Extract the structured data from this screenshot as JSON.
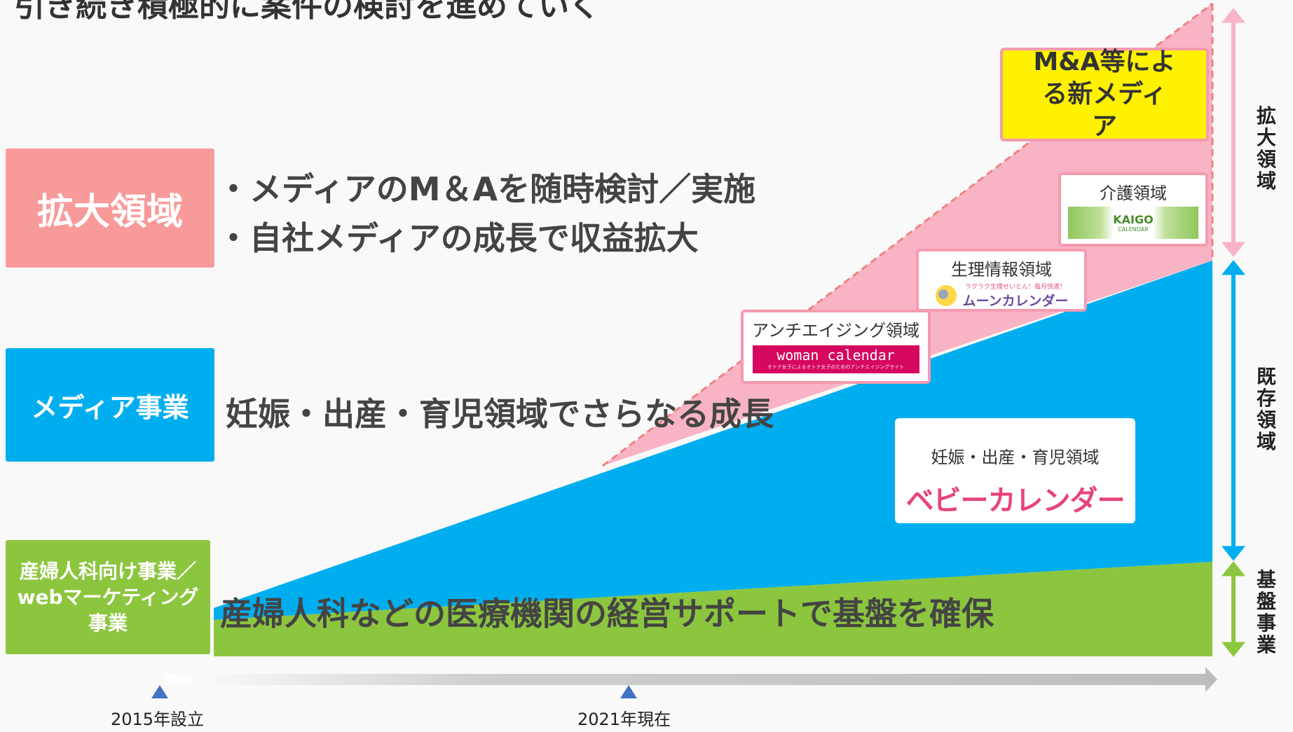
{
  "title": "引き続き積極的に案件の検討を進めていく",
  "left_boxes": {
    "expand": "拡大領域",
    "media": "メディア事業",
    "base": "産婦人科向け事業／webマーケティング事業"
  },
  "bullets": [
    "・メディアのM＆Aを随時検討／実施",
    "・自社メディアの成長で収益拡大"
  ],
  "media_text": "妊娠・出産・育児領域でさらなる成長",
  "base_text": "産婦人科などの医療機関の経営サポートで基盤を確保",
  "cards": {
    "ma": "M&A等による新メディア",
    "kaigo": {
      "title": "介護領域",
      "logo": "KAIGO",
      "logo_sub": "CALENDAR"
    },
    "moon": {
      "title": "生理情報領域",
      "logo": "ムーンカレンダー",
      "logo_sub": "ラクラク生理せいとん！毎月快適！"
    },
    "anti": {
      "title": "アンチエイジング領域",
      "logo": "woman calendar",
      "logo_sub": "オトナ女子によるオトナ女子のためのアンチエイジングサイト"
    },
    "baby": {
      "title": "妊娠・出産・育児領域",
      "logo": "ベビーカレンダー"
    }
  },
  "vertical_labels": {
    "expand": "拡大領域",
    "exist": "既存領域",
    "base": "基盤事業"
  },
  "timeline": {
    "start": "2015年設立",
    "now": "2021年現在"
  },
  "colors": {
    "expand": "#f8b4c4",
    "media": "#00aeef",
    "base": "#8cc63f",
    "ma_card": "#fff200"
  }
}
